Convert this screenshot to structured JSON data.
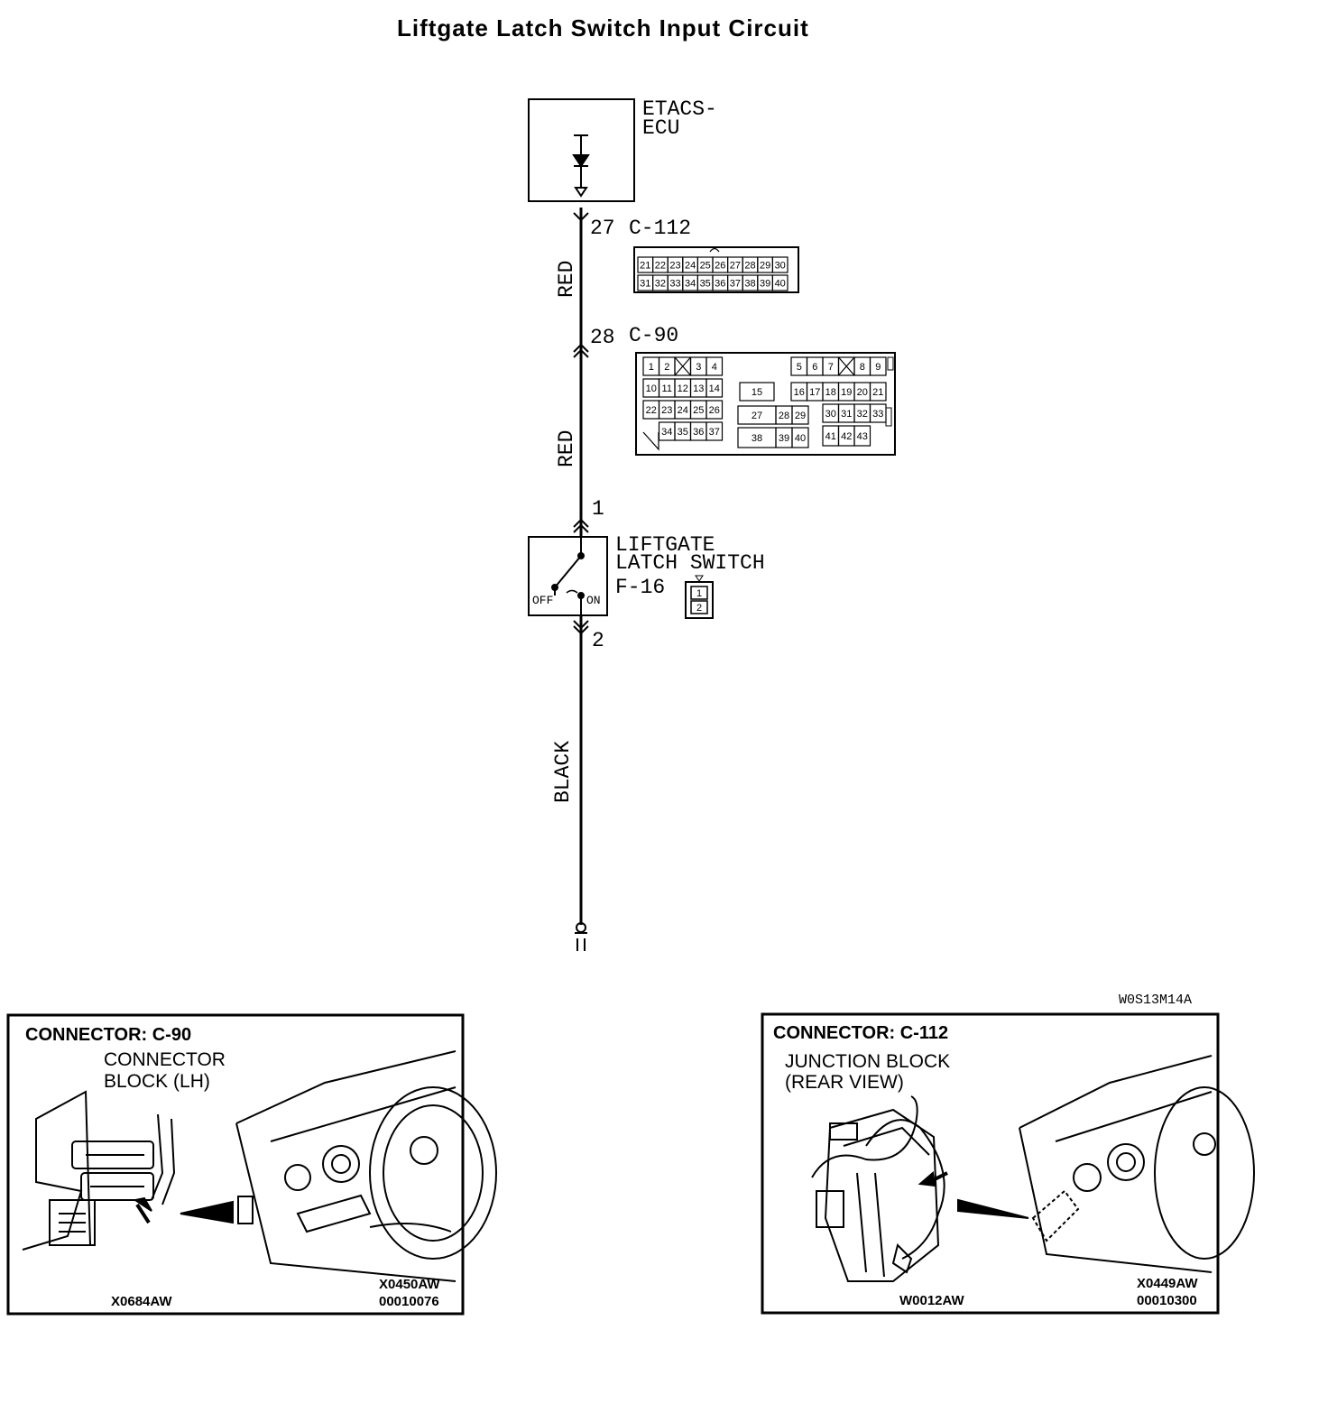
{
  "title": "Liftgate Latch Switch Input Circuit",
  "ecu": {
    "line1": "ETACS-",
    "line2": "ECU"
  },
  "connectors": {
    "c112": {
      "pin": "27",
      "name": "C-112",
      "row1": [
        "21",
        "22",
        "23",
        "24",
        "25",
        "26",
        "27",
        "28",
        "29",
        "30"
      ],
      "row2": [
        "31",
        "32",
        "33",
        "34",
        "35",
        "36",
        "37",
        "38",
        "39",
        "40"
      ]
    },
    "c90": {
      "pin": "28",
      "name": "C-90",
      "left_rows": [
        [
          "1",
          "2",
          "",
          "3",
          "4"
        ],
        [
          "10",
          "11",
          "12",
          "13",
          "14"
        ],
        [
          "22",
          "23",
          "24",
          "25",
          "26"
        ],
        [
          "",
          "34",
          "35",
          "36",
          "37"
        ]
      ],
      "mid_rows": [
        [
          "15"
        ],
        [
          "27",
          "28",
          "29"
        ],
        [
          "38",
          "39",
          "40"
        ]
      ],
      "right_rows": [
        [
          "5",
          "6",
          "7",
          "",
          "8",
          "9"
        ],
        [
          "16",
          "17",
          "18",
          "19",
          "20",
          "21"
        ],
        [
          "30",
          "31",
          "32",
          "33"
        ],
        [
          "41",
          "42",
          "43"
        ]
      ]
    },
    "f16": {
      "name": "F-16",
      "pins": [
        "1",
        "2"
      ]
    }
  },
  "wires": {
    "upper": "RED",
    "middle": "RED",
    "lower": "BLACK"
  },
  "switch": {
    "line1": "LIFTGATE",
    "line2": "LATCH SWITCH",
    "pin_top": "1",
    "pin_bottom": "2",
    "off": "OFF",
    "on": "ON"
  },
  "figure_code": "W0S13M14A",
  "panels": {
    "left": {
      "header": "CONNECTOR: C-90",
      "caption1": "CONNECTOR",
      "caption2": "BLOCK (LH)",
      "code_left": "X0684AW",
      "code_right1": "X0450AW",
      "code_right2": "00010076"
    },
    "right": {
      "header": "CONNECTOR: C-112",
      "caption1": "JUNCTION BLOCK",
      "caption2": "(REAR VIEW)",
      "code_left": "W0012AW",
      "code_right1": "X0449AW",
      "code_right2": "00010300"
    }
  }
}
